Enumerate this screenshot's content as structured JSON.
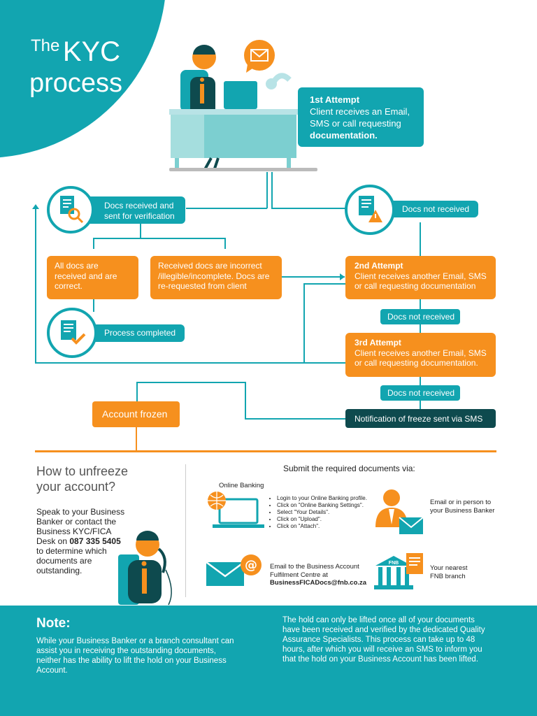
{
  "header": {
    "the": "The",
    "kyc": "KYC",
    "process": "process"
  },
  "flow": {
    "first_attempt_title": "1st Attempt",
    "first_attempt_text": "Client receives an Email, SMS or call requesting",
    "first_attempt_bold": "documentation.",
    "docs_received": "Docs received and sent for verification",
    "docs_not_received_1": "Docs not received",
    "all_correct": "All docs are received and are correct.",
    "incorrect": "Received docs are incorrect /illegible/incomplete. Docs are re-requested from client",
    "second_attempt_title": "2nd Attempt",
    "second_attempt_text": "Client receives another Email, SMS or call requesting documentation",
    "process_completed": "Process completed",
    "docs_not_received_2": "Docs not received",
    "third_attempt_title": "3rd Attempt",
    "third_attempt_text": "Client receives another Email, SMS or call requesting documentation.",
    "docs_not_received_3": "Docs not received",
    "account_frozen": "Account frozen",
    "freeze_notification": "Notification of freeze sent via SMS"
  },
  "unfreeze": {
    "heading_1": "How to unfreeze",
    "heading_2": "your account?",
    "text_before": "Speak to your Business Banker or contact the Business KYC/FICA Desk on",
    "phone": "087 335 5405",
    "text_after": "to determine which documents are outstanding."
  },
  "submit": {
    "title": "Submit the required documents via:",
    "online_banking": "Online Banking",
    "online_steps": [
      "Login to your Online Banking profile.",
      "Click on \"Online Banking Settings\".",
      "Select \"Your Details\".",
      "Click on \"Upload\".",
      "Click on \"Attach\"."
    ],
    "email_person": "Email or in person to your Business Banker",
    "email_centre": "Email to the Business Account Fulfilment Centre at",
    "email_address": "BusinessFICADocs@fnb.co.za",
    "branch": "Your nearest FNB branch",
    "fnb": "FNB"
  },
  "note": {
    "title": "Note:",
    "left": "While your Business Banker or a branch consultant can assist you in receiving the outstanding documents, neither has the ability to lift the hold on your Business Account.",
    "right": "The hold can only be lifted once all of your documents have been received and verified by the dedicated Quality Assurance Specialists. This process can take up to 48 hours, after which you will receive an SMS to inform you that the hold on your Business Account has been lifted."
  },
  "colors": {
    "teal": "#12a5b0",
    "orange": "#f6901e",
    "dark_teal": "#0e4a4e"
  }
}
